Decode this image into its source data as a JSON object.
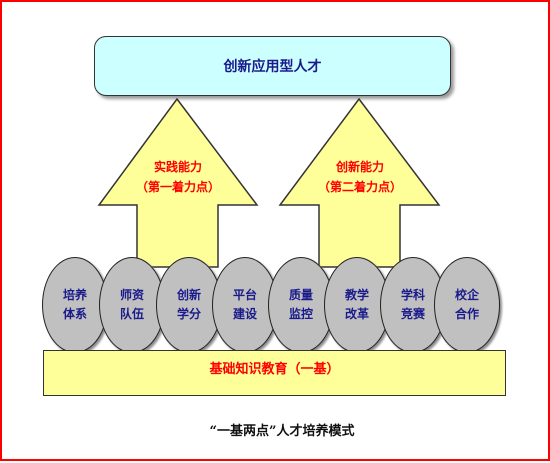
{
  "top_box": {
    "label": "创新应用型人才"
  },
  "arrows": [
    {
      "line1": "实践能力",
      "line2": "（第一着力点）"
    },
    {
      "line1": "创新能力",
      "line2": "（第二着力点）"
    }
  ],
  "ovals": [
    {
      "line1": "培养",
      "line2": "体系"
    },
    {
      "line1": "师资",
      "line2": "队伍"
    },
    {
      "line1": "创新",
      "line2": "学分"
    },
    {
      "line1": "平台",
      "line2": "建设"
    },
    {
      "line1": "质量",
      "line2": "监控"
    },
    {
      "line1": "教学",
      "line2": "改革"
    },
    {
      "line1": "学科",
      "line2": "竞赛"
    },
    {
      "line1": "校企",
      "line2": "合作"
    }
  ],
  "base_bar": {
    "label": "基础知识教育（一基）"
  },
  "caption": "“一基两点”人才培养模式",
  "colors": {
    "frame": "#ff0000",
    "top_box_fill": "#ccffff",
    "arrow_fill": "#ffff99",
    "oval_fill": "#c0c0c0",
    "base_fill": "#ffff99",
    "label_blue": "#1a1a8c",
    "label_red": "#ff0000"
  }
}
